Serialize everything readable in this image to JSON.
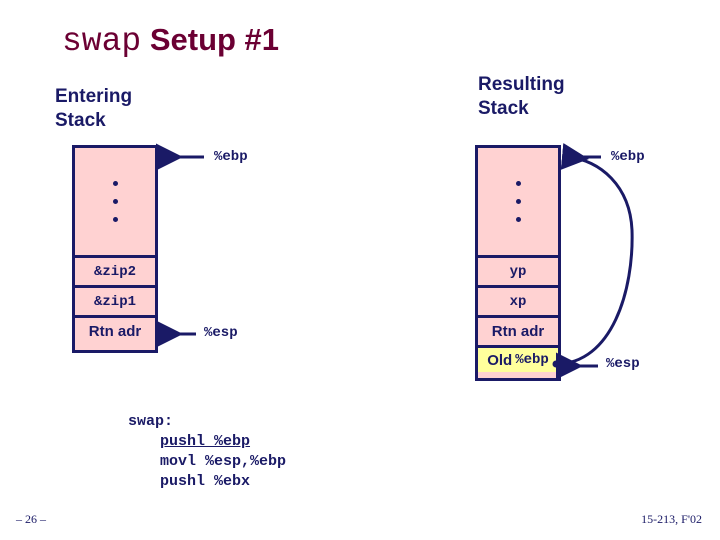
{
  "slide": {
    "title_mono": "swap",
    "title_sans": " Setup #1",
    "page_number": "– 26 –",
    "course_tag": "15-213, F'02"
  },
  "entering": {
    "heading": "Entering\nStack",
    "cells": [
      {
        "label": "",
        "style": "dots"
      },
      {
        "label": "&zip2",
        "style": "mono"
      },
      {
        "label": "&zip1",
        "style": "mono"
      },
      {
        "label": "Rtn adr",
        "style": "sans"
      }
    ],
    "ebp_label": "%ebp",
    "esp_label": "%esp"
  },
  "resulting": {
    "heading": "Resulting\nStack",
    "cells": [
      {
        "label": "",
        "style": "dots"
      },
      {
        "label": "yp",
        "style": "mono"
      },
      {
        "label": "xp",
        "style": "mono"
      },
      {
        "label": "Rtn adr",
        "style": "sans"
      }
    ],
    "old_ebp_prefix": "Old",
    "old_ebp_register": "%ebp",
    "ebp_label": "%ebp",
    "esp_label": "%esp"
  },
  "code": {
    "line1": "swap:",
    "line2": "pushl %ebp",
    "line3": "movl %esp,%ebp",
    "line4": "pushl %ebx"
  },
  "colors": {
    "title": "#6b0033",
    "ink": "#1a1a66",
    "stack_fill": "#ffd2d2",
    "old_ebp_fill": "#ffff9c",
    "background": "#ffffff"
  }
}
